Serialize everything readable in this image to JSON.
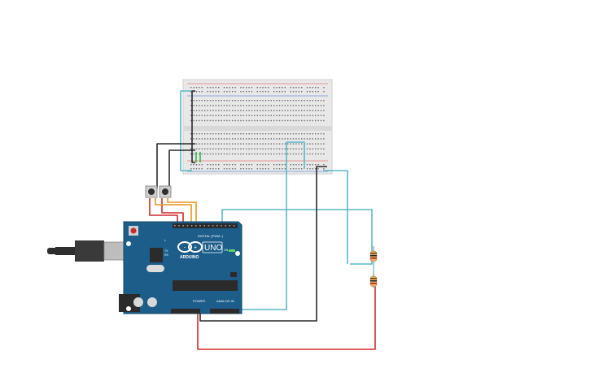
{
  "board": {
    "logo": "ARDUINO",
    "model": "UNO",
    "digital_header": "DIGITAL (PWM~)",
    "analog_header": "ANALOG IN",
    "power_header": "POWER",
    "on_label": "ON",
    "tx_label": "TX",
    "rx_label": "RX",
    "l_label": "L"
  },
  "colors": {
    "breadboard": "#e6e6e6",
    "board": "#1c5d8a",
    "wire_red": "#d0282a",
    "wire_black": "#2b2b2b",
    "wire_cyan": "#5ab8c8",
    "wire_orange": "#e8961e",
    "wire_green": "#39b54a"
  },
  "components": {
    "breadboard": "breadboard",
    "arduino": "arduino-uno",
    "buttons": [
      "push-button",
      "push-button"
    ],
    "resistors": [
      "resistor",
      "resistor"
    ],
    "usb": "usb-cable"
  }
}
